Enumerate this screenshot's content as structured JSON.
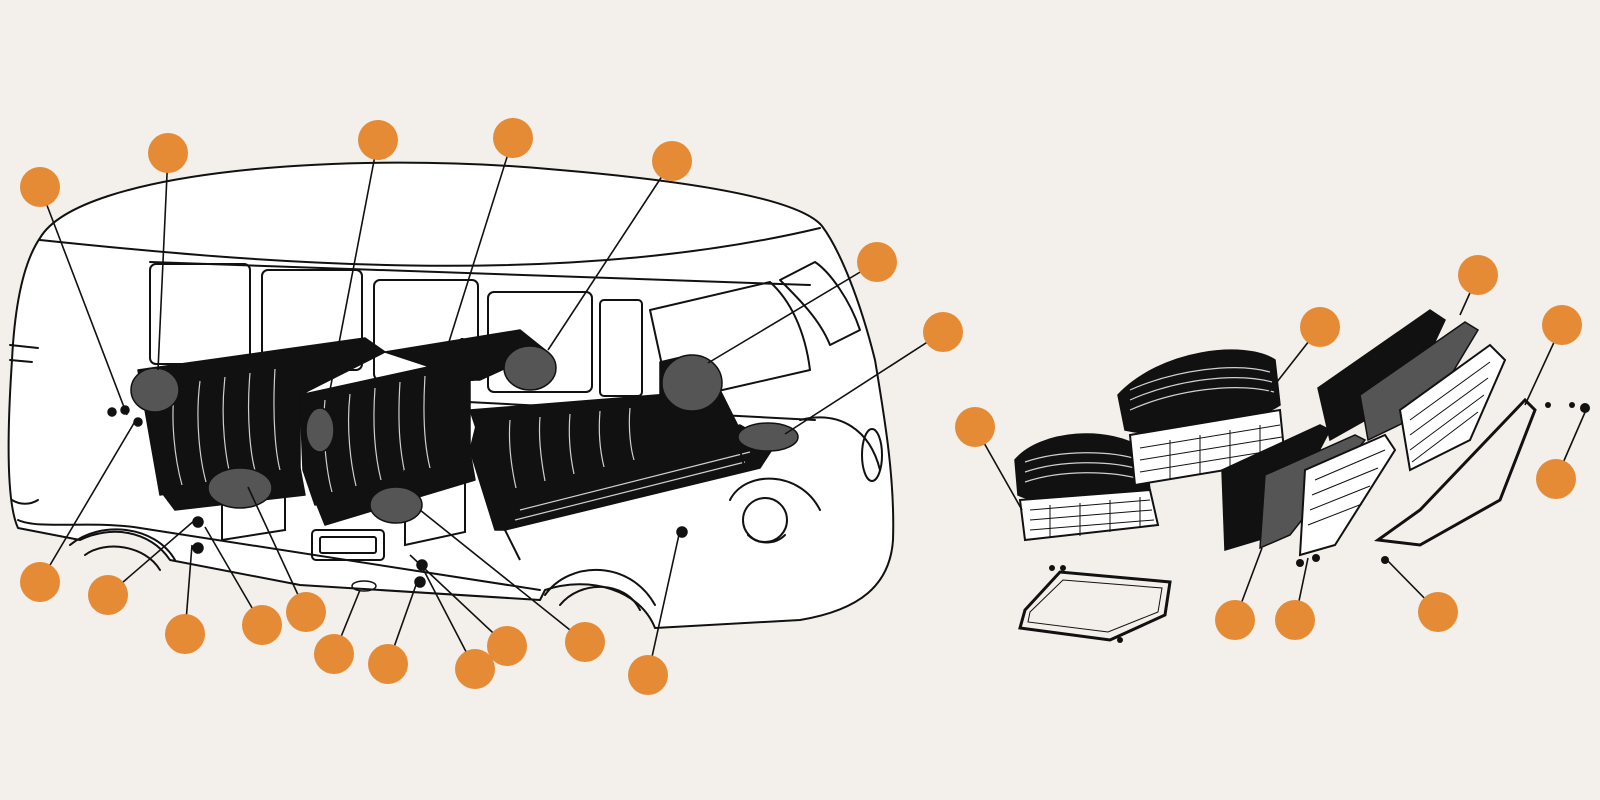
{
  "diagram": {
    "title": "",
    "hotspot_color": "#e58a35",
    "line_color": "#111111",
    "background": "#f3efea",
    "hotspots": [
      {
        "id": "h1"
      },
      {
        "id": "h2"
      },
      {
        "id": "h3"
      },
      {
        "id": "h4"
      },
      {
        "id": "h5"
      },
      {
        "id": "h6"
      },
      {
        "id": "h7"
      },
      {
        "id": "h8"
      },
      {
        "id": "h9"
      },
      {
        "id": "h10"
      },
      {
        "id": "h11"
      },
      {
        "id": "h12"
      },
      {
        "id": "h13"
      },
      {
        "id": "h14"
      },
      {
        "id": "h15"
      },
      {
        "id": "h16"
      },
      {
        "id": "h17"
      },
      {
        "id": "h18"
      },
      {
        "id": "h19"
      },
      {
        "id": "h20"
      },
      {
        "id": "h21"
      },
      {
        "id": "h22"
      },
      {
        "id": "h23"
      },
      {
        "id": "h24"
      },
      {
        "id": "h25"
      },
      {
        "id": "h26"
      },
      {
        "id": "h27"
      },
      {
        "id": "h28"
      },
      {
        "id": "h29"
      }
    ]
  }
}
